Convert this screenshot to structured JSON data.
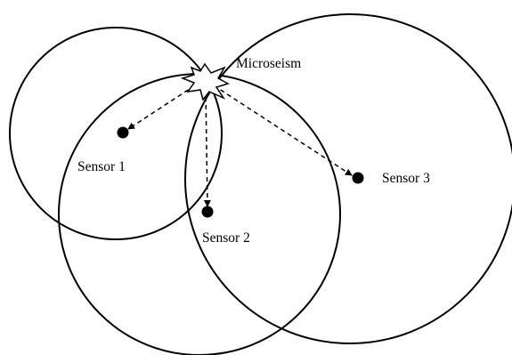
{
  "diagram": {
    "event": {
      "label": "Microseism",
      "marker": "starburst-icon"
    },
    "sensors": [
      {
        "id": "sensor-1",
        "label": "Sensor 1",
        "marker": "filled-circle-icon"
      },
      {
        "id": "sensor-2",
        "label": "Sensor 2",
        "marker": "filled-circle-icon"
      },
      {
        "id": "sensor-3",
        "label": "Sensor 3",
        "marker": "filled-circle-icon"
      }
    ],
    "colors": {
      "stroke": "#000000",
      "background": "#ffffff"
    }
  }
}
